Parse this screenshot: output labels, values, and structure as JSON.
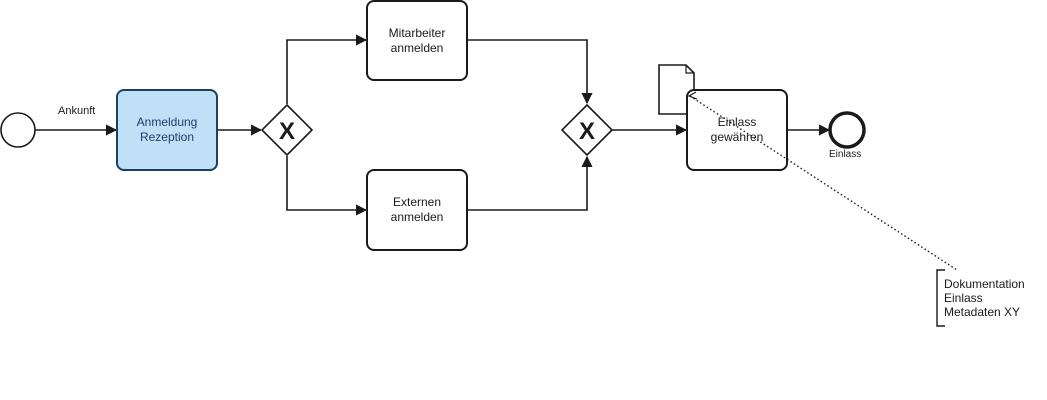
{
  "diagram": {
    "start_event_label": "Ankunft",
    "tasks": {
      "anmeldung": [
        "Anmeldung",
        "Rezeption"
      ],
      "mitarbeiter": [
        "Mitarbeiter",
        "anmelden"
      ],
      "externen": [
        "Externen",
        "anmelden"
      ],
      "einlass": [
        "Einlass",
        "gewähren"
      ]
    },
    "gateway_symbol": "X",
    "end_event_label": "Einlass",
    "annotation": [
      "Dokumentation",
      "Einlass",
      "Metadaten XY"
    ]
  },
  "colors": {
    "stroke": "#1a1a1a",
    "active_task_fill": "#bfe0f7",
    "active_task_stroke": "#1c3f66"
  }
}
